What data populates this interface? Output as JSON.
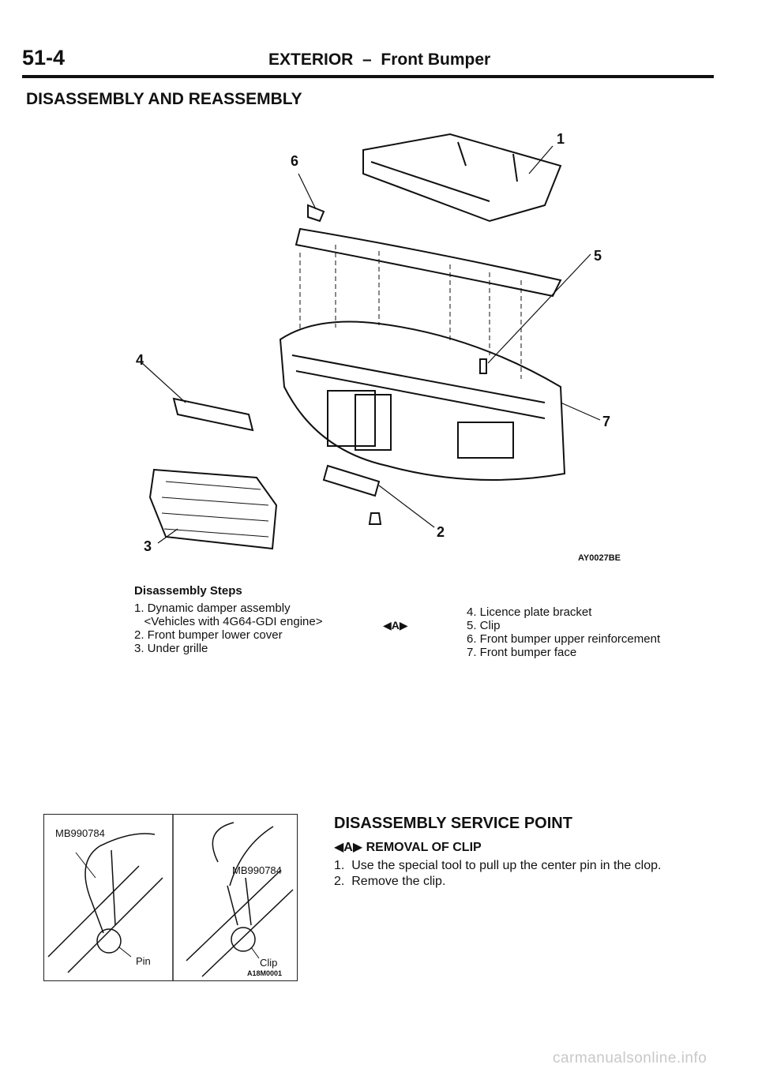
{
  "header": {
    "page_number": "51-4",
    "title": "EXTERIOR  –  Front Bumper"
  },
  "section_title": "DISASSEMBLY AND REASSEMBLY",
  "diagram": {
    "callouts": [
      "1",
      "2",
      "3",
      "4",
      "5",
      "6",
      "7"
    ],
    "figure_code": "AY0027BE"
  },
  "steps": {
    "title": "Disassembly Steps",
    "left": [
      "1. Dynamic damper assembly",
      "   <Vehicles with 4G64-GDI engine>",
      "2. Front bumper lower cover",
      "3. Under grille"
    ],
    "marker": "◀A▶",
    "right": [
      "4. Licence plate bracket",
      "5. Clip",
      "6. Front bumper upper reinforcement",
      "7. Front bumper face"
    ]
  },
  "tool_figure": {
    "tool_left": "MB990784",
    "tool_right": "MB990784",
    "pin_label": "Pin",
    "clip_label": "Clip",
    "figure_code": "A18M0001"
  },
  "service": {
    "title": "DISASSEMBLY SERVICE POINT",
    "subtitle": "◀A▶ REMOVAL OF CLIP",
    "items": [
      "1.  Use the special tool to pull up the center pin in the clop.",
      "2.  Remove the clip."
    ]
  },
  "watermark": "carmanualsonline.info"
}
